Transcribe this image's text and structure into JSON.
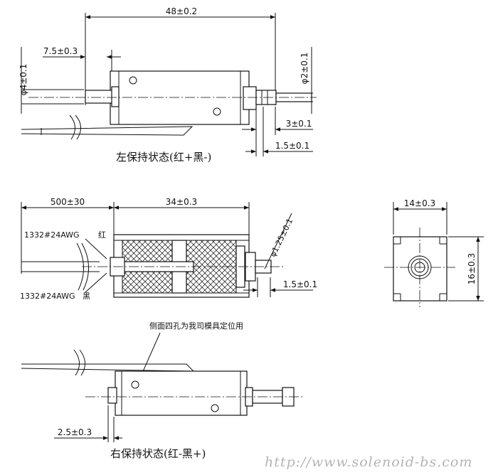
{
  "view_top": {
    "dim_length": "48±0.2",
    "dim_offset": "7.5±0.3",
    "dim_left_dia": "φ4±0.1",
    "dim_right_dia": "φ2±0.1",
    "dim_shaft_end": "3±0.1",
    "dim_stroke": "1.5±0.1",
    "caption": "左保持状态(红+黑-)"
  },
  "view_section": {
    "dim_lead": "500±30",
    "dim_body": "34±0.3",
    "dim_pin_dia": "φ1.25±0.1",
    "dim_stroke": "1.5±0.1",
    "wire_red": "1332#24AWG",
    "wire_red_color": "红",
    "wire_black": "1332#24AWG",
    "wire_black_color": "黑"
  },
  "view_end": {
    "dim_width": "14±0.3",
    "dim_height": "16±0.3"
  },
  "view_bottom": {
    "note": "侧面四孔为我司模具定位用",
    "dim_offset": "2.5±0.3",
    "caption": "右保持状态(红-黑+)"
  },
  "watermark": "http://www.solenoid-bs.com"
}
